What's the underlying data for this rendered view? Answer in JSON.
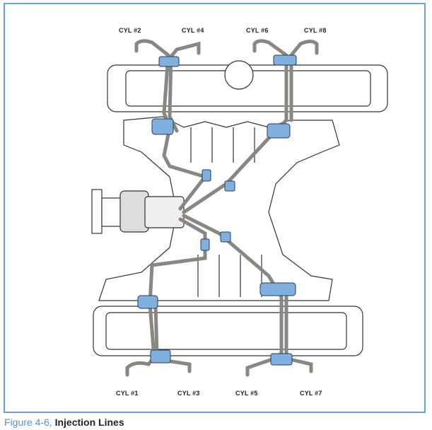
{
  "labels": {
    "cyl2": "CYL #2",
    "cyl4": "CYL #4",
    "cyl6": "CYL #6",
    "cyl8": "CYL #8",
    "cyl1": "CYL #1",
    "cyl3": "CYL #3",
    "cyl5": "CYL #5",
    "cyl7": "CYL #7"
  },
  "caption": {
    "figure_number": "Figure 4-6,",
    "title": "Injection Lines"
  },
  "colors": {
    "frame": "#6aa2dc",
    "clamp": "#7fb0e0",
    "line": "#8a8682",
    "caption_accent": "#4f93d6"
  }
}
